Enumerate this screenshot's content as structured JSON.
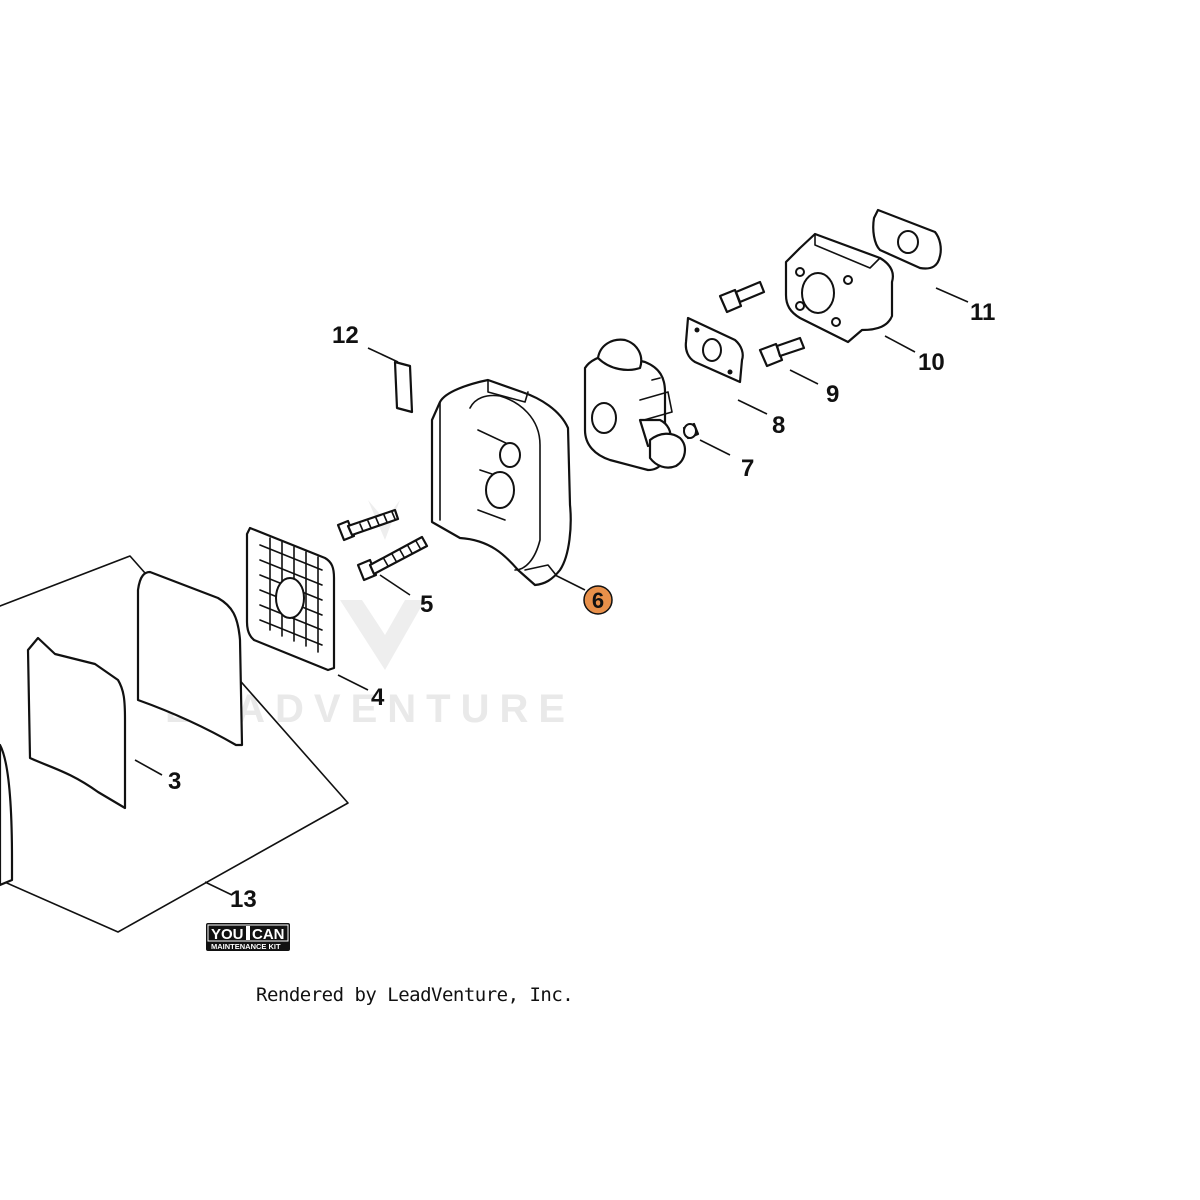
{
  "callouts": [
    {
      "id": "12",
      "label": "12"
    },
    {
      "id": "11",
      "label": "11"
    },
    {
      "id": "10",
      "label": "10"
    },
    {
      "id": "9",
      "label": "9"
    },
    {
      "id": "8",
      "label": "8"
    },
    {
      "id": "7",
      "label": "7"
    },
    {
      "id": "6",
      "label": "6",
      "highlighted": true
    },
    {
      "id": "5",
      "label": "5"
    },
    {
      "id": "4",
      "label": "4"
    },
    {
      "id": "3",
      "label": "3"
    },
    {
      "id": "13",
      "label": "13"
    }
  ],
  "highlight_color": "#e8904a",
  "watermark": {
    "text": "LEADVENTURE"
  },
  "kit_badge": {
    "line1_left": "YOU",
    "line1_right": "CAN",
    "line2": "MAINTENANCE KIT"
  },
  "footer": {
    "credit": "Rendered by LeadVenture, Inc."
  }
}
